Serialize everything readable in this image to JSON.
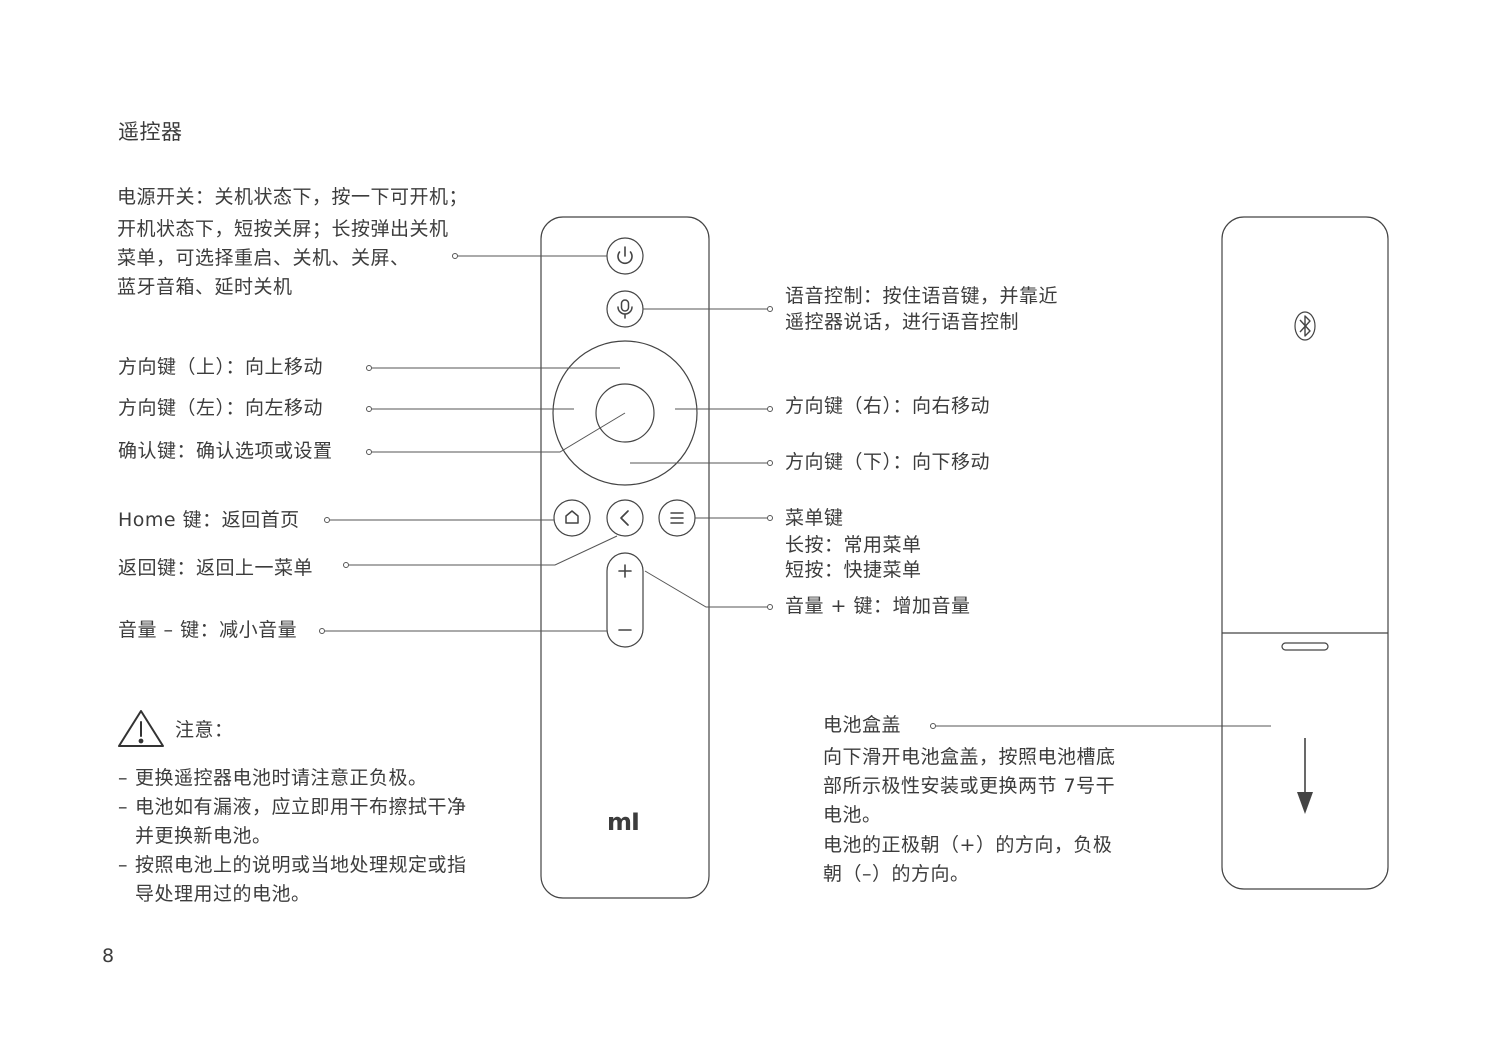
{
  "section_title": "遥控器",
  "power_desc": [
    "电源开关：关机状态下，按一下可开机；",
    "开机状态下，短按关屏；长按弹出关机",
    "菜单，可选择重启、关机、关屏、",
    "蓝牙音箱、延时关机"
  ],
  "voice_desc": [
    "语音控制：按住语音键，并靠近",
    "遥控器说话，进行语音控制"
  ],
  "dpad_up": "方向键（上）：向上移动",
  "dpad_left": "方向键（左）：向左移动",
  "confirm_key": "确认键：确认选项或设置",
  "dpad_right": "方向键（右）：向右移动",
  "dpad_down": "方向键（下）：向下移动",
  "home_key": "Home 键：返回首页",
  "back_key": "返回键：返回上一菜单",
  "menu_desc": [
    "菜单键",
    "长按：常用菜单",
    "短按：快捷菜单"
  ],
  "vol_down": "音量 – 键：减小音量",
  "vol_up": "音量 + 键：增加音量",
  "notice_title": "注意：",
  "notice_items": [
    "更换遥控器电池时请注意正负极。",
    "电池如有漏液，应立即用干布擦拭干净",
    "并更换新电池。",
    "按照电池上的说明或当地处理规定或指",
    "导处理用过的电池。"
  ],
  "battery_title": "电池盒盖",
  "battery_desc": [
    "向下滑开电池盒盖，按照电池槽底",
    "部所示极性安装或更换两节 7号干",
    "电池。",
    "电池的正极朝（+）的方向，负极",
    "朝（–）的方向。"
  ],
  "logo_text": "mI",
  "page_number": "8"
}
